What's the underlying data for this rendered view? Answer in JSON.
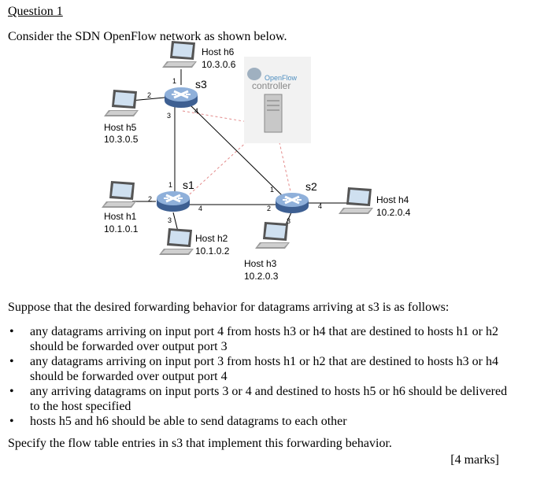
{
  "question": {
    "heading": "Question 1",
    "intro": "Consider the SDN OpenFlow network as shown below.",
    "paragraph": "Suppose that the desired forwarding behavior for datagrams arriving at s3 is as follows:",
    "bullets": [
      "any datagrams arriving on input port 4 from hosts h3 or h4 that are destined to hosts h1 or h2 should be forwarded over output port 3",
      "any datagrams arriving on input port 3 from hosts h1 or h2 that are destined to hosts h3 or h4 should be forwarded over output port 4",
      "any arriving datagrams on input ports 3 or 4 and destined to hosts h5 or h6 should be delivered to the host specified",
      "hosts h5 and h6 should be able to send datagrams to each other"
    ],
    "task": "Specify the flow table entries in s3 that implement this forwarding behavior.",
    "marks": "[4 marks]"
  },
  "diagram": {
    "switches": {
      "s1": "s1",
      "s2": "s2",
      "s3": "s3"
    },
    "hosts": {
      "h6": {
        "name": "Host h6",
        "ip": "10.3.0.6"
      },
      "h5": {
        "name": "Host h5",
        "ip": "10.3.0.5"
      },
      "h1": {
        "name": "Host h1",
        "ip": "10.1.0.1"
      },
      "h2": {
        "name": "Host h2",
        "ip": "10.1.0.2"
      },
      "h3": {
        "name": "Host h3",
        "ip": "10.2.0.3"
      },
      "h4": {
        "name": "Host h4",
        "ip": "10.2.0.4"
      }
    },
    "controller": {
      "brand": "OpenFlow",
      "label": "controller"
    },
    "ports": {
      "s3_p1": "1",
      "s3_p2": "2",
      "s3_p3": "3",
      "s3_p4": "4",
      "s1_p1": "1",
      "s1_p2": "2",
      "s1_p3": "3",
      "s1_p4": "4",
      "s2_p1": "1",
      "s2_p2": "2",
      "s2_p3": "3",
      "s2_p4": "4"
    }
  },
  "colors": {
    "switch": "#5b7fb4",
    "switch_top": "#8fb0da",
    "dashed": "#e38a8a"
  }
}
